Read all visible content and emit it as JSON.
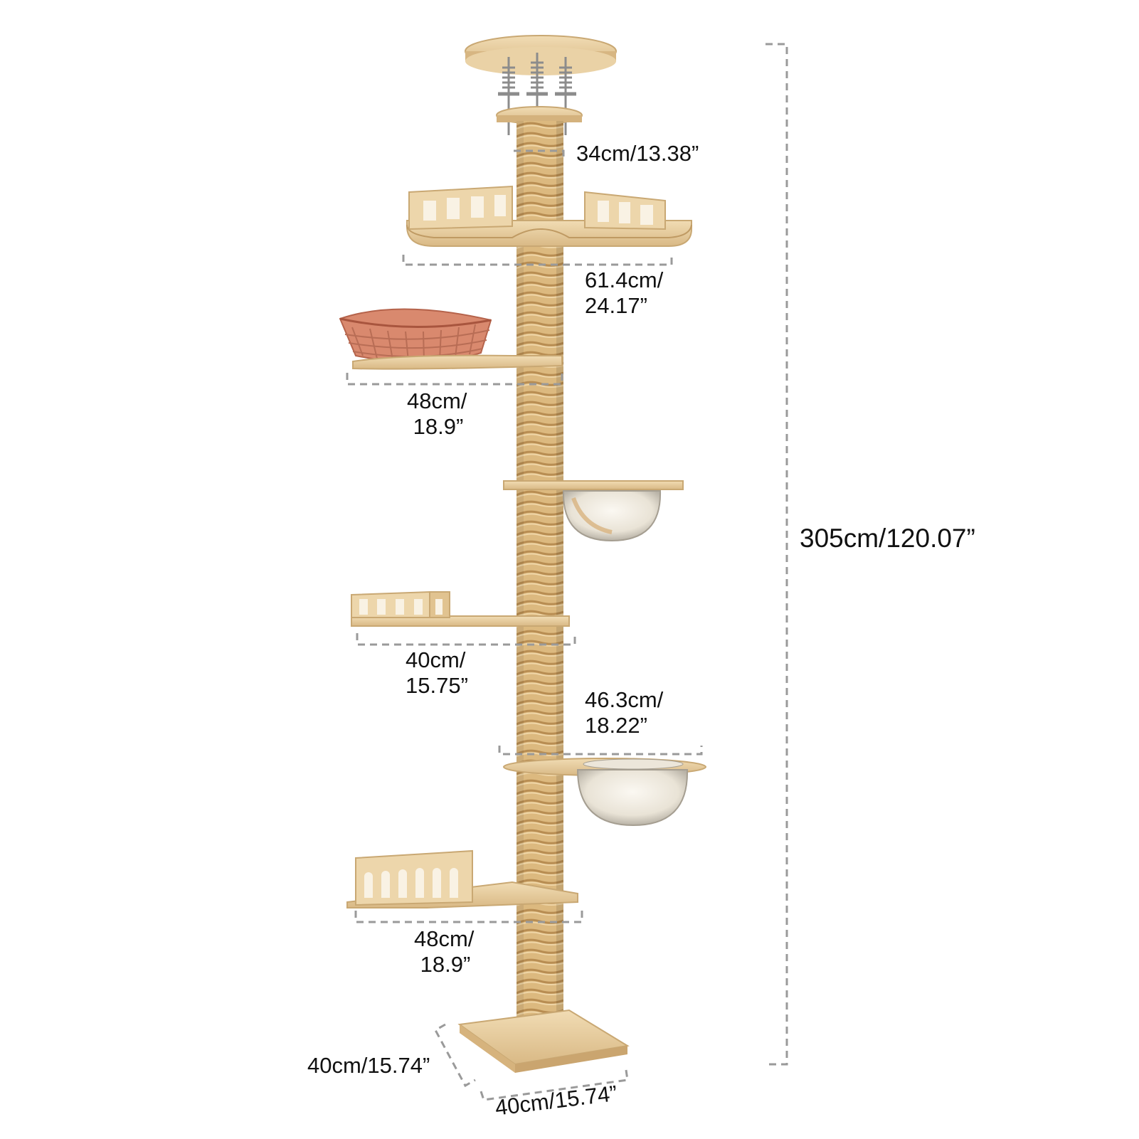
{
  "image": {
    "background": "#ffffff",
    "wood_color": "#e8cfa0",
    "sisal_color": "#d9b57c",
    "basket_color": "#d9826a",
    "dimension_line_color": "#9a9a9a"
  },
  "dimensions": {
    "top_post": "34cm/13.38”",
    "top_platform_width": "61.4cm/\n24.17”",
    "basket_shelf_width": "48cm/\n 18.9”",
    "fence_shelf_width": "40cm/\n15.75”",
    "lower_bowl_width": "46.3cm/\n18.22”",
    "bottom_shelf_width": "48cm/\n 18.9”",
    "total_height": "305cm/120.07”",
    "base_depth": "40cm/15.74”",
    "base_width": "40cm/15.74”"
  }
}
